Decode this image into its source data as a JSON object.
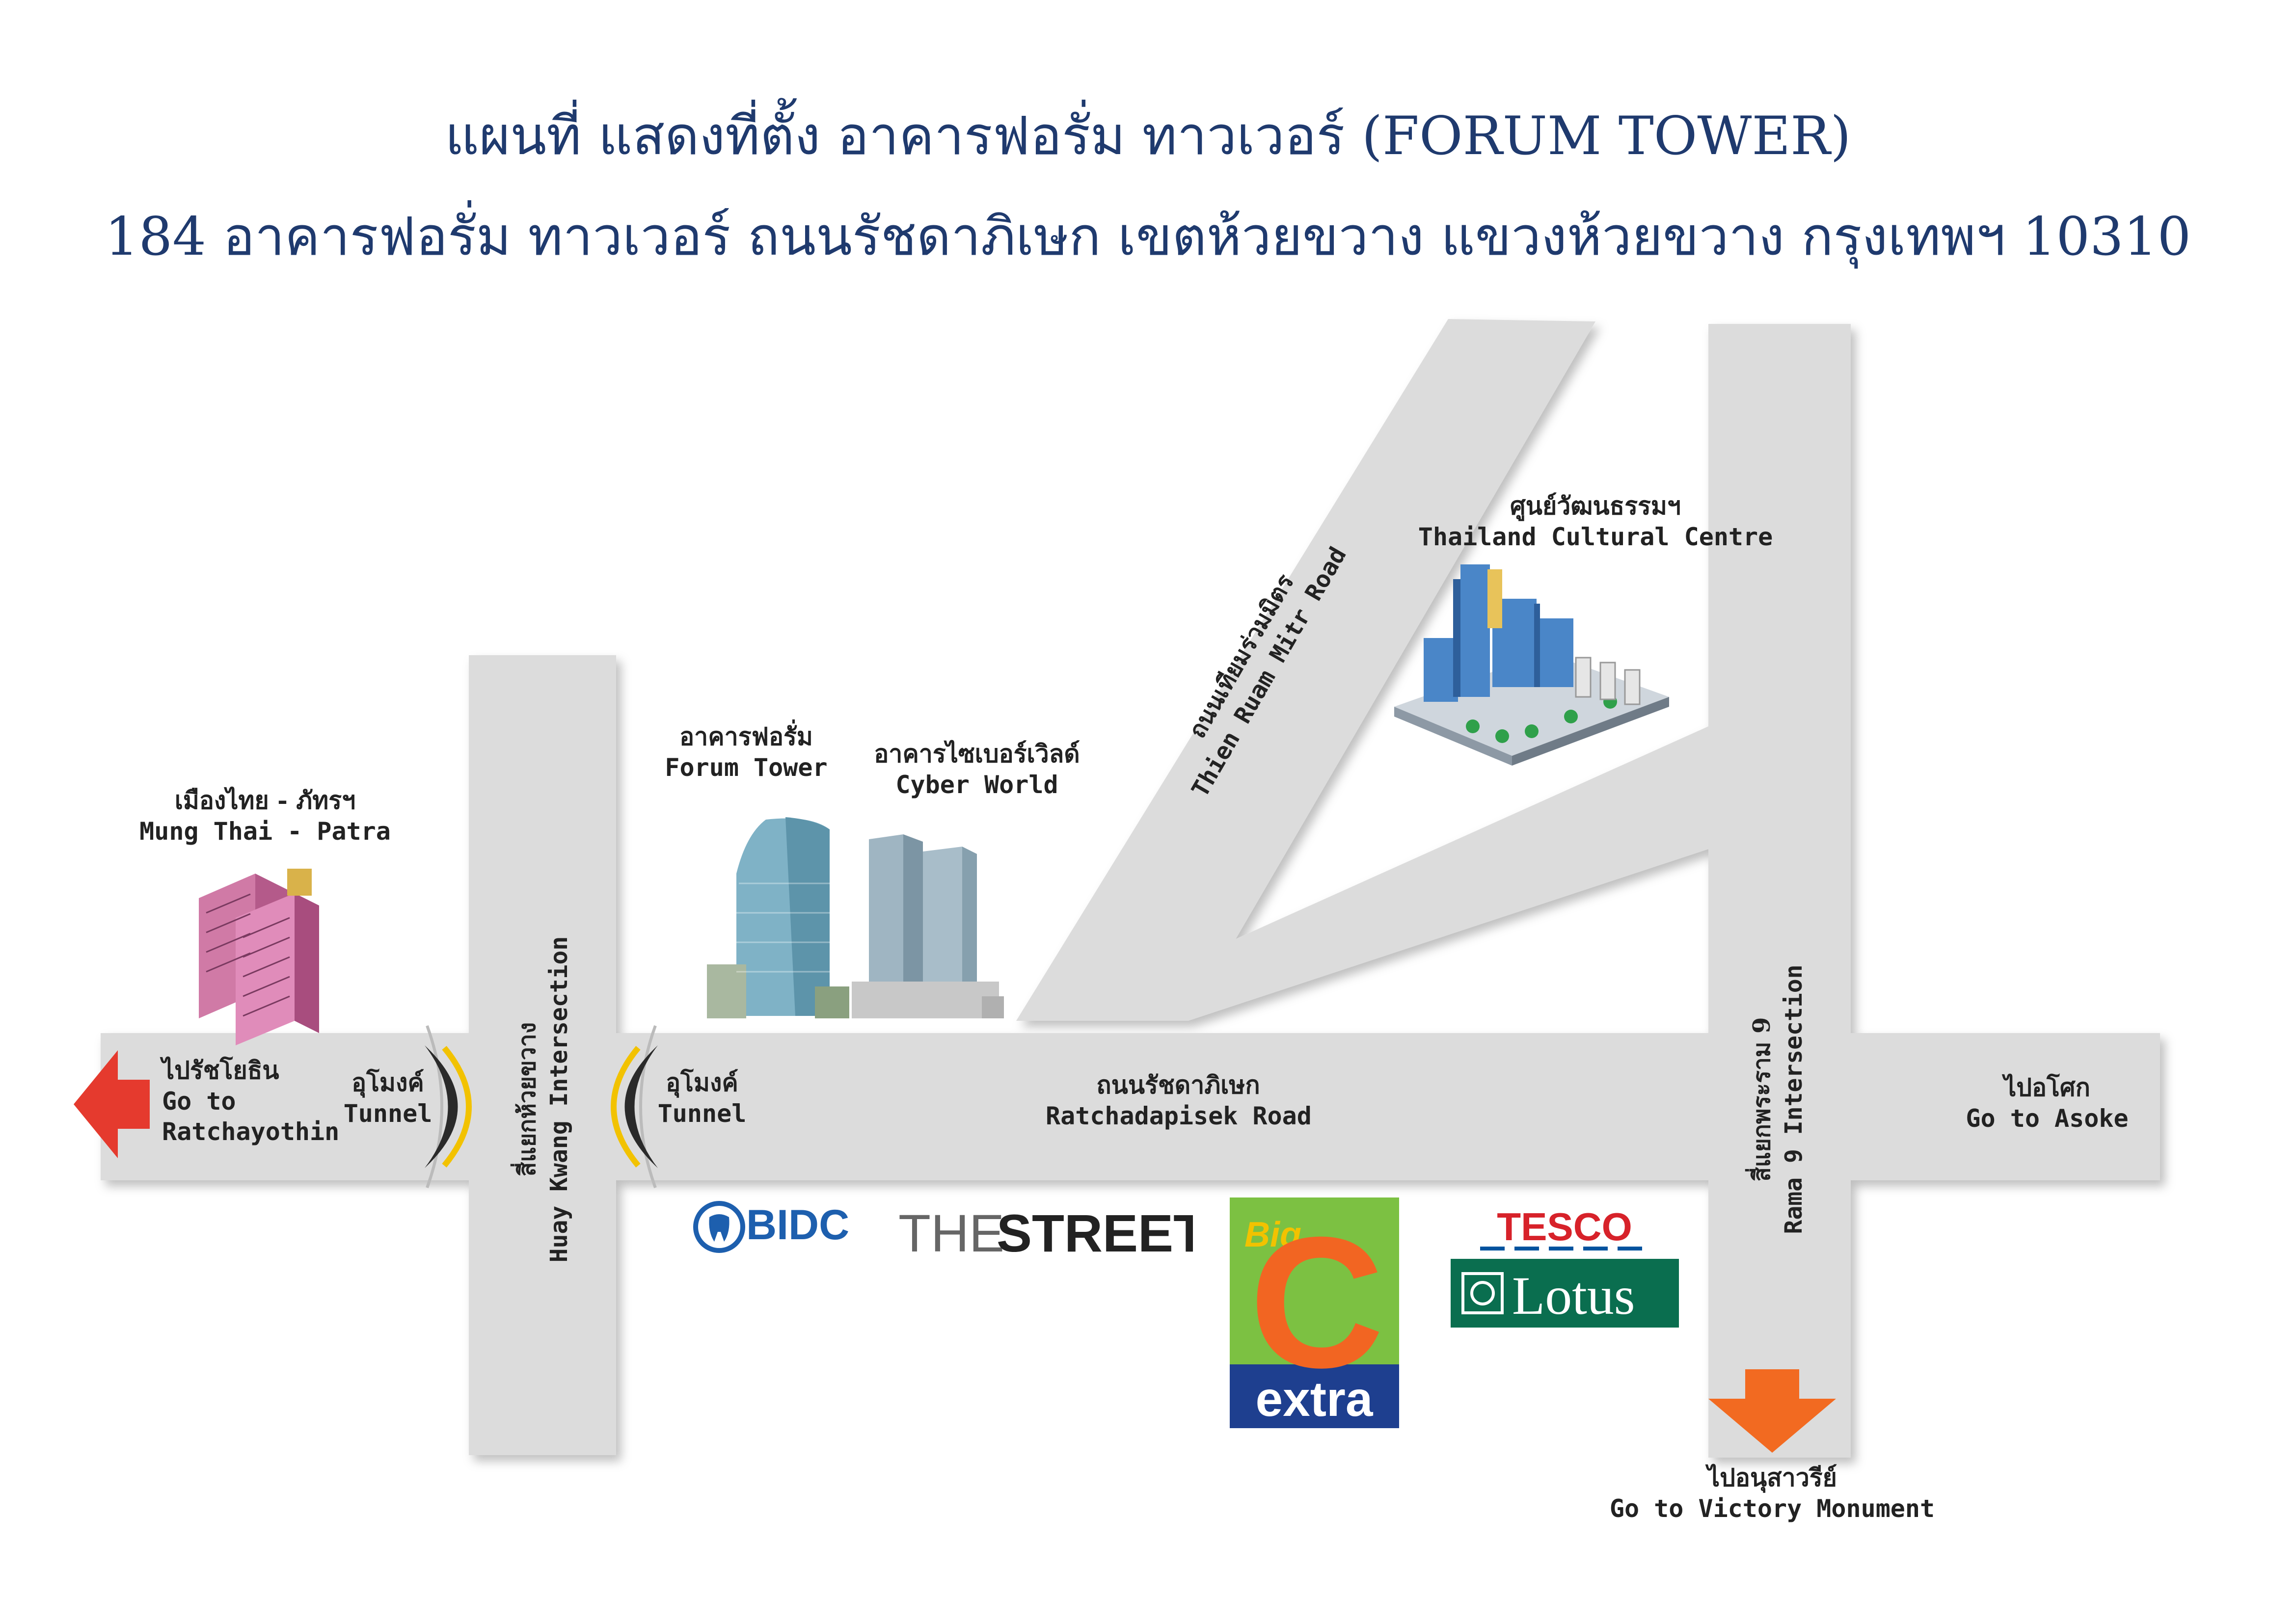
{
  "title": {
    "line1": "แผนที่ แสดงที่ตั้ง อาคารฟอรั่ม ทาวเวอร์ (FORUM TOWER)",
    "line2": "184 อาคารฟอรั่ม ทาวเวอร์ ถนนรัชดาภิเษก เขตห้วยขวาง แขวงห้วยขวาง กรุงเทพฯ 10310"
  },
  "colors": {
    "road": "#dcdcdc",
    "title": "#1f3a6e",
    "arrow_left": "#e53a2e",
    "arrow_down": "#f26a21",
    "bigc_green": "#7cc142",
    "bigc_orange": "#f26522",
    "bigc_blue": "#1e3f8f",
    "tesco_red": "#d7222a",
    "tesco_blue": "#00539f",
    "lotus_green": "#0a6e4f",
    "bidc_blue": "#1d5fae"
  },
  "landmarks": {
    "mungthai": {
      "th": "เมืองไทย - ภัทรฯ",
      "en": "Mung Thai - Patra"
    },
    "forum": {
      "th": "อาคารฟอรั่ม",
      "en": "Forum Tower"
    },
    "cyber": {
      "th": "อาคารไซเบอร์เวิลด์",
      "en": "Cyber World"
    },
    "cultural": {
      "th": "ศูนย์วัฒนธรรมฯ",
      "en": "Thailand Cultural Centre"
    }
  },
  "roads": {
    "thienruam": {
      "th": "ถนนเทียมร่วมมิตร",
      "en": "Thien Ruam Mitr Road"
    },
    "ratchadapisek": {
      "th": "ถนนรัชดาภิเษก",
      "en": "Ratchadapisek Road"
    },
    "huaykwang": {
      "th": "สี่แยกห้วยขวาง",
      "en": "Huay Kwang Intersection"
    },
    "rama9": {
      "th": "สี่แยกพระราม 9",
      "en": "Rama 9 Intersection"
    }
  },
  "tunnels": {
    "left": {
      "th": "อุโมงค์",
      "en": "Tunnel"
    },
    "right": {
      "th": "อุโมงค์",
      "en": "Tunnel"
    }
  },
  "directions": {
    "ratchayothin": {
      "th": "ไปรัชโยธิน",
      "en1": "Go to",
      "en2": "Ratchayothin"
    },
    "asoke": {
      "th": "ไปอโศก",
      "en": "Go to Asoke"
    },
    "victory": {
      "th": "ไปอนุสาวรีย์",
      "en": "Go to Victory Monument"
    }
  },
  "logos": {
    "bidc": "BIDC",
    "street_a": "THE",
    "street_b": "STREET",
    "bigc_big": "Big",
    "bigc_c": "C",
    "bigc_extra": "extra",
    "tesco": "TESCO",
    "lotus": "Lotus"
  }
}
